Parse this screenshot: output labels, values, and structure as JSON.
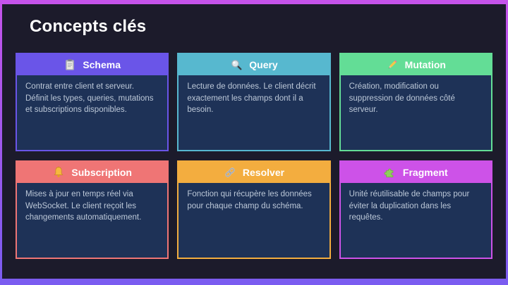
{
  "slide": {
    "title": "Concepts clés",
    "frame": {
      "top_bar_color": "#c553ea",
      "bottom_bar_color": "#7a5cf0",
      "background_color": "#1c1b2b"
    }
  },
  "colors": {
    "card_body": "#1e3257",
    "body_text": "#bcc8d8",
    "header_text": "#ffffff"
  },
  "cards": [
    {
      "title": "Schema",
      "icon": "clipboard-icon",
      "accent": "#6a55e8",
      "description": "Contrat entre client et serveur. Définit les types, queries, mutations et subscriptions disponibles."
    },
    {
      "title": "Query",
      "icon": "magnifier-icon",
      "accent": "#57b8cf",
      "description": "Lecture de données. Le client décrit exactement les champs dont il a besoin."
    },
    {
      "title": "Mutation",
      "icon": "pencil-icon",
      "accent": "#63dd96",
      "description": "Création, modification ou suppression de données côté serveur."
    },
    {
      "title": "Subscription",
      "icon": "bell-icon",
      "accent": "#ef7575",
      "description": "Mises à jour en temps réel via WebSocket. Le client reçoit les changements automatiquement."
    },
    {
      "title": "Resolver",
      "icon": "link-icon",
      "accent": "#f3ad3f",
      "description": "Fonction qui récupère les données pour chaque champ du schéma."
    },
    {
      "title": "Fragment",
      "icon": "puzzle-icon",
      "accent": "#cd52e8",
      "description": "Unité réutilisable de champs pour éviter la duplication dans les requêtes."
    }
  ]
}
